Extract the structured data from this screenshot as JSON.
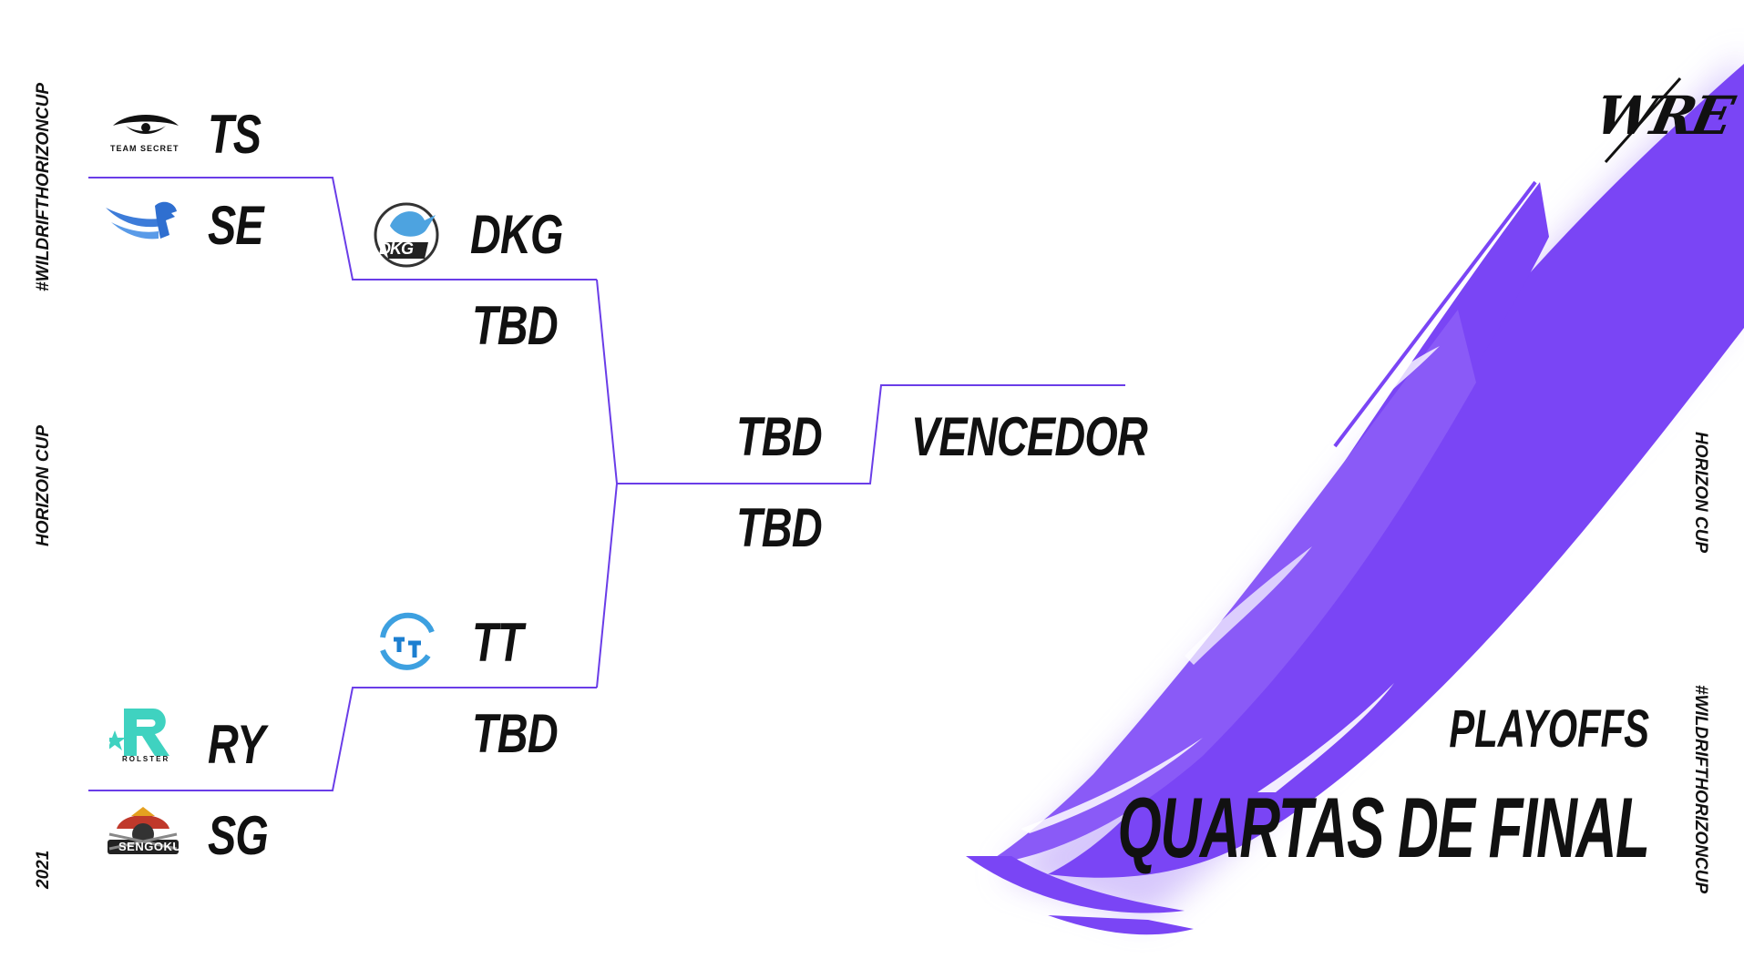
{
  "side_text": {
    "hashtag": "#WILDRIFTHORIZONCUP",
    "event": "HORIZON CUP",
    "year": "2021"
  },
  "brand": "WRE",
  "teams": {
    "ts": "TS",
    "se": "SE",
    "ry": "RY",
    "sg": "SG",
    "dkg": "DKG",
    "tt": "TT"
  },
  "logos": {
    "team_secret": "TEAM SECRET",
    "dkg": "DKG",
    "rolster": "ROLSTER",
    "sengoku": "SENGOKU"
  },
  "tbd": "TBD",
  "winner": "VENCEDOR",
  "stage": {
    "phase": "PLAYOFFS",
    "round": "QUARTAS DE FINAL"
  },
  "colors": {
    "accent": "#7a45f5",
    "line": "#6a3de8",
    "text": "#111111"
  }
}
